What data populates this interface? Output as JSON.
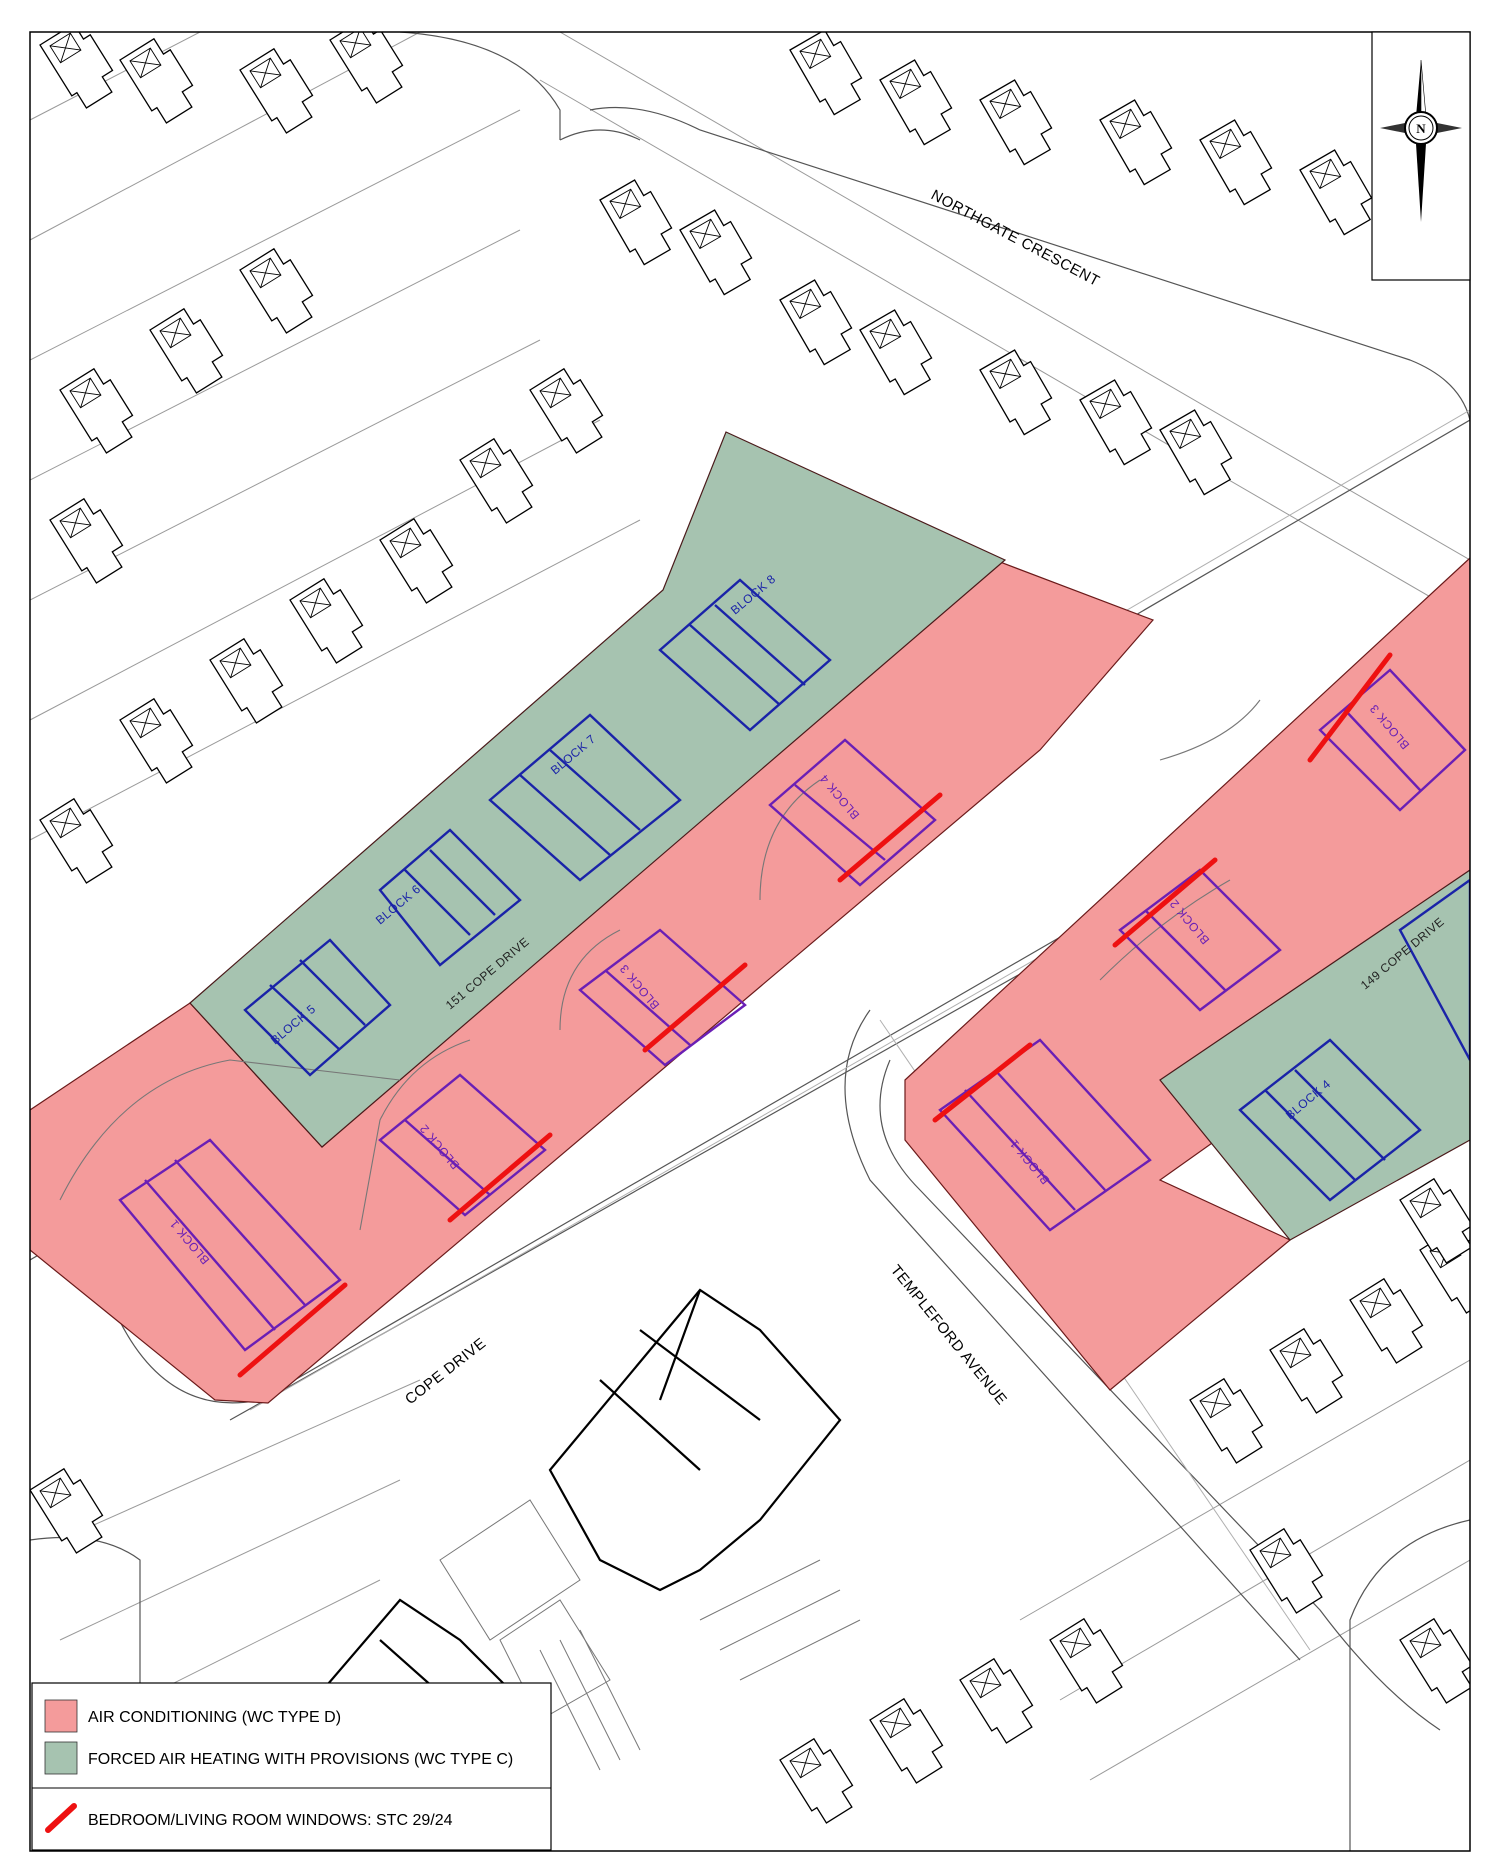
{
  "map": {
    "roads": {
      "northgate": "NORTHGATE CRESCENT",
      "cope": "COPE DRIVE",
      "templeford": "TEMPLEFORD AVENUE"
    },
    "site_labels": {
      "site_151": "151 COPE DRIVE",
      "site_149": "149 COPE DRIVE"
    },
    "blocks_west_townhouse": [
      "BLOCK 5",
      "BLOCK 6",
      "BLOCK 7",
      "BLOCK 8"
    ],
    "blocks_west_ac": [
      "BLOCK 1",
      "BLOCK 2",
      "BLOCK 3",
      "BLOCK 4"
    ],
    "blocks_east": [
      "BLOCK 1",
      "BLOCK 2",
      "BLOCK 3",
      "BLOCK 4"
    ],
    "north_arrow": {
      "letter": "N",
      "icon": "north-arrow-icon"
    },
    "colors": {
      "air_conditioning": "#f49b9b",
      "forced_air": "#a6c3b0",
      "window_line": "#ee1111",
      "ac_building": "#6a1fb5",
      "heating_building": "#1a23a8"
    }
  },
  "legend": {
    "items": [
      {
        "label": "AIR CONDITIONING (WC TYPE D)",
        "symbol": "pink-swatch"
      },
      {
        "label": "FORCED AIR HEATING WITH PROVISIONS (WC TYPE C)",
        "symbol": "green-swatch"
      },
      {
        "label": "BEDROOM/LIVING ROOM WINDOWS: STC 29/24",
        "symbol": "red-window-line"
      }
    ]
  }
}
